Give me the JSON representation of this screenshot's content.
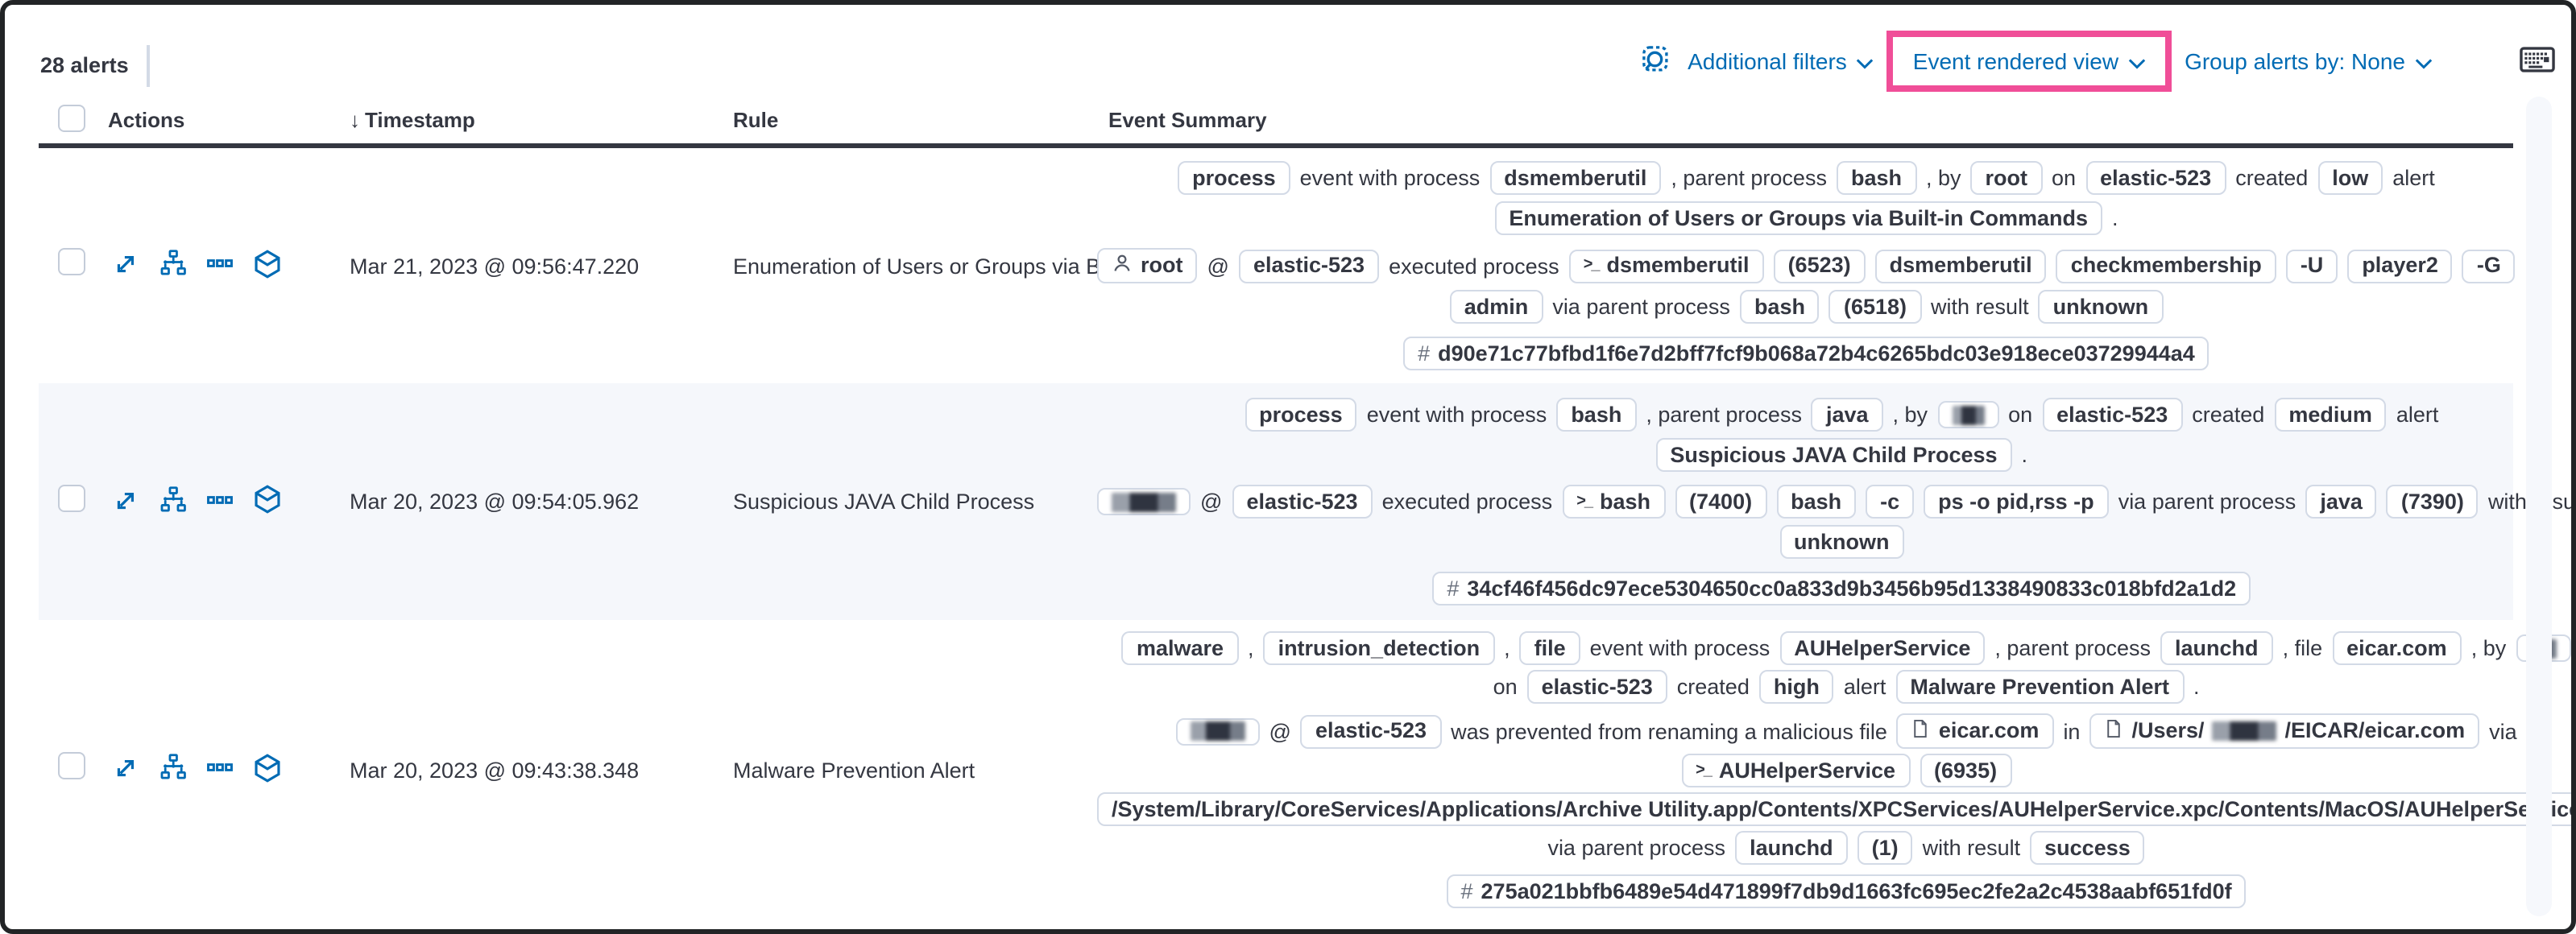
{
  "toolbar": {
    "alert_count": "28 alerts",
    "additional_filters_label": "Additional filters",
    "view_selector_label": "Event rendered view",
    "group_alerts_label": "Group alerts by: None",
    "colors": {
      "highlight_pink": "#f04e98",
      "link_blue": "#006bb4"
    },
    "icons": [
      "inspect-icon",
      "keyboard-shortcuts-icon"
    ]
  },
  "table": {
    "columns": [
      "Actions",
      "Timestamp",
      "Rule",
      "Event Summary"
    ],
    "sort_indicator": "↓",
    "row_action_icons": [
      "expand-icon",
      "analyzer-icon",
      "more-actions-icon",
      "investigate-in-timeline-icon"
    ],
    "rows": [
      {
        "timestamp": "Mar 21, 2023 @ 09:56:47.220",
        "rule": "Enumeration of Users or Groups via Bui",
        "striped": false,
        "summary": [
          [
            [
              {
                "b": "process"
              },
              {
                "t": "event with process"
              },
              {
                "b": "dsmemberutil"
              },
              {
                "t": ", parent process"
              },
              {
                "b": "bash"
              },
              {
                "t": ", by"
              },
              {
                "b": "root"
              },
              {
                "t": "on"
              },
              {
                "b": "elastic-523"
              },
              {
                "t": "created"
              },
              {
                "b": "low"
              },
              {
                "t": "alert"
              }
            ],
            [
              {
                "b": "Enumeration of Users or Groups via Built-in Commands"
              },
              {
                "t": "."
              }
            ]
          ],
          [
            [
              {
                "b": "root",
                "i": "user"
              },
              {
                "t": "@"
              },
              {
                "b": "elastic-523"
              },
              {
                "t": "executed process"
              },
              {
                "b": "dsmemberutil",
                "i": "term"
              },
              {
                "b": "(6523)"
              },
              {
                "b": "dsmemberutil"
              },
              {
                "b": "checkmembership"
              },
              {
                "b": "-U"
              },
              {
                "b": "player2"
              },
              {
                "b": "-G"
              }
            ],
            [
              {
                "b": "admin"
              },
              {
                "t": "via parent process"
              },
              {
                "b": "bash"
              },
              {
                "b": "(6518)"
              },
              {
                "t": "with result"
              },
              {
                "b": "unknown"
              }
            ]
          ],
          [
            [
              {
                "b": "d90e71c77bfbd1f6e7d2bff7fcf9b068a72b4c6265bdc03e918ece03729944a4",
                "i": "hash"
              }
            ]
          ]
        ]
      },
      {
        "timestamp": "Mar 20, 2023 @ 09:54:05.962",
        "rule": "Suspicious JAVA Child Process",
        "striped": true,
        "summary": [
          [
            [
              {
                "b": "process"
              },
              {
                "t": "event with process"
              },
              {
                "b": "bash"
              },
              {
                "t": ", parent process"
              },
              {
                "b": "java"
              },
              {
                "t": ", by"
              },
              {
                "r": 20
              },
              {
                "t": "on"
              },
              {
                "b": "elastic-523"
              },
              {
                "t": "created"
              },
              {
                "b": "medium"
              },
              {
                "t": "alert"
              }
            ],
            [
              {
                "b": "Suspicious JAVA Child Process"
              },
              {
                "t": "."
              }
            ]
          ],
          [
            [
              {
                "r": 40
              },
              {
                "t": "@"
              },
              {
                "b": "elastic-523"
              },
              {
                "t": "executed process"
              },
              {
                "b": "bash",
                "i": "term"
              },
              {
                "b": "(7400)"
              },
              {
                "b": "bash"
              },
              {
                "b": "-c"
              },
              {
                "b": "ps -o pid,rss -p"
              },
              {
                "t": "via parent process"
              },
              {
                "b": "java"
              },
              {
                "b": "(7390)"
              },
              {
                "t": "with result"
              }
            ],
            [
              {
                "b": "unknown"
              }
            ]
          ],
          [
            [
              {
                "b": "34cf46f456dc97ece5304650cc0a833d9b3456b95d1338490833c018bfd2a1d2",
                "i": "hash"
              }
            ]
          ]
        ]
      },
      {
        "timestamp": "Mar 20, 2023 @ 09:43:38.348",
        "rule": "Malware Prevention Alert",
        "striped": false,
        "summary": [
          [
            [
              {
                "b": "malware"
              },
              {
                "t": ","
              },
              {
                "b": "intrusion_detection"
              },
              {
                "t": ","
              },
              {
                "b": "file"
              },
              {
                "t": "event with process"
              },
              {
                "b": "AUHelperService"
              },
              {
                "t": ", parent process"
              },
              {
                "b": "launchd"
              },
              {
                "t": ", file"
              },
              {
                "b": "eicar.com"
              },
              {
                "t": ", by"
              },
              {
                "r": 16
              }
            ],
            [
              {
                "t": "on"
              },
              {
                "b": "elastic-523"
              },
              {
                "t": "created"
              },
              {
                "b": "high"
              },
              {
                "t": "alert"
              },
              {
                "b": "Malware Prevention Alert"
              },
              {
                "t": "."
              }
            ]
          ],
          [
            [
              {
                "r": 34
              },
              {
                "t": "@"
              },
              {
                "b": "elastic-523"
              },
              {
                "t": "was prevented from renaming a malicious file"
              },
              {
                "b": "eicar.com",
                "i": "file"
              },
              {
                "t": "in"
              },
              {
                "bp": [
                  {
                    "t": "/Users/"
                  },
                  {
                    "r": 40
                  },
                  {
                    "t": "/EICAR/eicar.com"
                  }
                ],
                "i": "file"
              },
              {
                "t": "via"
              }
            ],
            [
              {
                "b": "AUHelperService",
                "i": "term"
              },
              {
                "b": "(6935)"
              }
            ],
            [
              {
                "b": "/System/Library/CoreServices/Applications/Archive Utility.app/Contents/XPCServices/AUHelperService.xpc/Contents/MacOS/AUHelperService"
              }
            ],
            [
              {
                "t": "via parent process"
              },
              {
                "b": "launchd"
              },
              {
                "b": "(1)"
              },
              {
                "t": "with result"
              },
              {
                "b": "success"
              }
            ]
          ],
          [
            [
              {
                "b": "275a021bbfb6489e54d471899f7db9d1663fc695ec2fe2a2c4538aabf651fd0f",
                "i": "hash"
              }
            ]
          ]
        ]
      }
    ]
  }
}
